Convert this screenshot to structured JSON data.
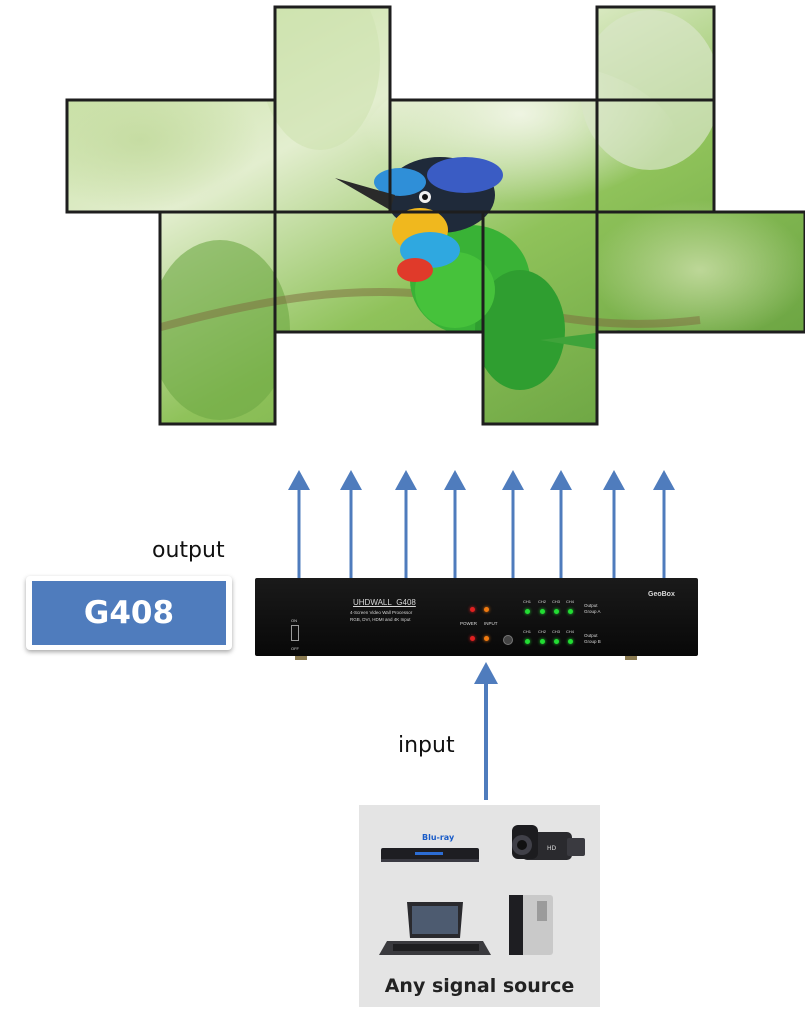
{
  "labels": {
    "output": "output",
    "input": "input",
    "model": "G408"
  },
  "device": {
    "title": "UHDWALL_G408",
    "subtitle_line1": "4-Screen Video Wall Processor",
    "subtitle_line2": "RGB, DVI, HDMI and 4K Input",
    "power_label": "POWER",
    "input_label": "INPUT",
    "brand": "GeoBox",
    "on_label": "ON",
    "off_label": "OFF",
    "channels_a": [
      "CH1",
      "CH2",
      "CH3",
      "CH4"
    ],
    "channels_b": [
      "CH1",
      "CH2",
      "CH3",
      "CH4"
    ],
    "output_group_a": "Output Group A",
    "output_group_b": "Output Group B"
  },
  "source": {
    "caption": "Any signal source",
    "devices": [
      "blu-ray-player",
      "camcorder",
      "laptop",
      "desktop-pc"
    ]
  },
  "colors": {
    "arrow": "#4f7cbd",
    "badge": "#4f7cbd",
    "device_body": "#0f0f0f",
    "led_red": "#e02020",
    "led_orange": "#f07a10",
    "led_green": "#22dd33"
  },
  "output_arrow_count": 8
}
